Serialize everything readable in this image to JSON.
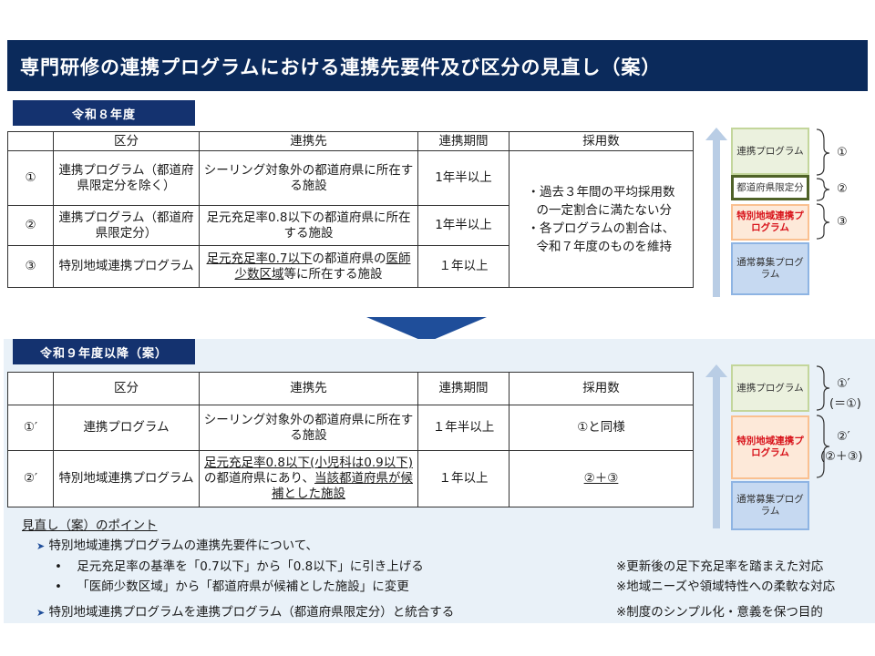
{
  "title": "専門研修の連携プログラムにおける連携先要件及び区分の見直し（案）",
  "colors": {
    "navy": "#0b2a5b",
    "tag": "#14326f",
    "panel": "#e9f1f8",
    "red": "#d8131b",
    "green_box": "#ebf1de",
    "orange_box": "#fde9d9",
    "blue_box": "#c6d9f1"
  },
  "section1": {
    "tag": "令和８年度",
    "headers": [
      "区分",
      "連携先",
      "連携期間",
      "採用数"
    ],
    "rows": [
      {
        "num": "①",
        "category": "連携プログラム（都道府県限定分を除く）",
        "partner": "シーリング対象外の都道府県に所在する施設",
        "period": "1年半以上"
      },
      {
        "num": "②",
        "category": "連携プログラム（都道府県限定分）",
        "partner": "足元充足率0.8以下の都道府県に所在する施設",
        "period": "1年半以上"
      },
      {
        "num": "③",
        "category": "特別地域連携プログラム",
        "partner_u1": "足元充足率0.7以下",
        "partner_t1": "の都道府県の",
        "partner_u2": "医師少数区域",
        "partner_t2": "等に所在する施設",
        "period": "１年以上"
      }
    ],
    "recruit_note": [
      "・過去３年間の平均採用数",
      "の一定割合に満たない分",
      "・各プログラムの割合は、",
      "令和７年度のものを維持"
    ],
    "diagram": {
      "box1": "連携プログラム",
      "box2": "都道府県限定分",
      "box3": "特別地域連携プログラム",
      "box4": "通常募集プログラム",
      "labels": [
        "①",
        "②",
        "③"
      ]
    }
  },
  "section2": {
    "tag": "令和９年度以降（案）",
    "headers": [
      "区分",
      "連携先",
      "連携期間",
      "採用数"
    ],
    "rows": [
      {
        "num": "①′",
        "category": "連携プログラム",
        "partner": "シーリング対象外の都道府県に所在する施設",
        "period": "１年半以上",
        "recruit": "①と同様"
      },
      {
        "num": "②′",
        "category": "特別地域連携プログラム",
        "partner_u1": "足元充足率0.8以下(小児科は0.9以下)",
        "partner_t1": "の都道府県にあり、",
        "partner_u2": "当該都道府県が候補とした施設",
        "period": "１年以上",
        "recruit": "②＋③"
      }
    ],
    "diagram": {
      "box1": "連携プログラム",
      "box3": "特別地域連携プログラム",
      "box4": "通常募集プログラム",
      "labels": [
        "①′",
        "(＝①)",
        "②′",
        "(②＋③)"
      ]
    }
  },
  "points": {
    "title": "見直し（案）のポイント",
    "item1": "特別地域連携プログラムの連携先要件について、",
    "sub1": "足元充足率の基準を「0.7以下」から「0.8以下」に引き上げる",
    "sub1_note": "※更新後の足下充足率を踏まえた対応",
    "sub2": "「医師少数区域」から「都道府県が候補とした施設」に変更",
    "sub2_note": "※地域ニーズや領域特性への柔軟な対応",
    "item2": "特別地域連携プログラムを連携プログラム（都道府県限定分）と統合する",
    "item2_note": "※制度のシンプル化・意義を保つ目的"
  }
}
